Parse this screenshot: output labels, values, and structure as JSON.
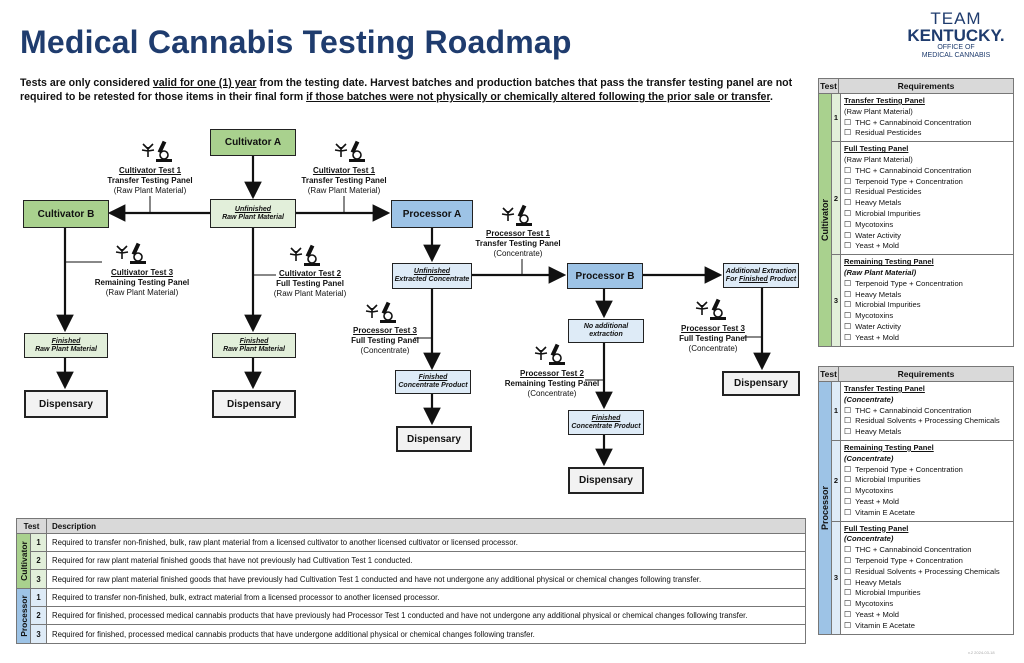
{
  "title": "Medical Cannabis Testing Roadmap",
  "intro": {
    "p1": "Tests are only considered ",
    "u1": "valid for one (1) year",
    "p2": " from the testing date. Harvest batches and production batches that pass the transfer testing panel are not required to be retested for those items in their final form ",
    "u2": "if those batches were not physically or chemically altered following the prior sale or transfer",
    "p3": "."
  },
  "logo": {
    "line1": "TEAM",
    "line2": "KENTUCKY.",
    "line3": "OFFICE OF",
    "line4": "MEDICAL CANNABIS"
  },
  "colors": {
    "title": "#1f3c6e",
    "cultivator_box": "#a9d18e",
    "processor_box": "#9dc3e6",
    "cultivator_light": "#e2efda",
    "processor_light": "#deebf7",
    "header_gray": "#d9d9d9"
  },
  "flow": {
    "cultivator_a": "Cultivator A",
    "cultivator_b": "Cultivator B",
    "processor_a": "Processor A",
    "processor_b": "Processor B",
    "unfinished_raw_1": "Unfinished",
    "unfinished_raw_2": "Raw Plant Material",
    "finished_raw_b_1": "Finished",
    "finished_raw_b_2": "Raw Plant Material",
    "finished_raw_c_1": "Finished",
    "finished_raw_c_2": "Raw Plant Material",
    "unfinished_extracted_1": "Unfinished",
    "unfinished_extracted_2": "Extracted Concentrate",
    "finished_conc_a_1": "Finished",
    "finished_conc_a_2": "Concentrate Product",
    "no_additional_1": "No additional",
    "no_additional_2": "extraction",
    "finished_conc_b_1": "Finished",
    "finished_conc_b_2": "Concentrate Product",
    "additional_extraction_1": "Additional Extraction",
    "additional_extraction_2a": "For ",
    "additional_extraction_2b": "Finished",
    "additional_extraction_2c": " Product",
    "dispensary": "Dispensary",
    "labels": {
      "ct1_left": {
        "t": "Cultivator Test 1",
        "p": "Transfer Testing Panel",
        "s": "(Raw Plant Material)"
      },
      "ct1_right": {
        "t": "Cultivator Test 1",
        "p": "Transfer Testing Panel",
        "s": "(Raw Plant Material)"
      },
      "ct3": {
        "t": "Cultivator Test 3",
        "p": "Remaining Testing Panel",
        "s": "(Raw Plant Material)"
      },
      "ct2": {
        "t": "Cultivator Test 2",
        "p": "Full Testing Panel",
        "s": "(Raw Plant Material)"
      },
      "pt1": {
        "t": "Processor Test 1",
        "p": "Transfer Testing Panel",
        "s": "(Concentrate)"
      },
      "pt3_left": {
        "t": "Processor Test 3",
        "p": "Full Testing Panel",
        "s": "(Concentrate)"
      },
      "pt2": {
        "t": "Processor Test 2",
        "p": "Remaining Testing Panel",
        "s": "(Concentrate)"
      },
      "pt3_right": {
        "t": "Processor Test 3",
        "p": "Full Testing Panel",
        "s": "(Concentrate)"
      }
    }
  },
  "cultivator_table": {
    "col_test": "Test",
    "col_req": "Requirements",
    "side": "Cultivator",
    "rows": [
      {
        "num": "1",
        "title": "Transfer Testing Panel",
        "sub": "(Raw Plant Material)",
        "items": [
          "THC + Cannabinoid Concentration",
          "Residual Pesticides"
        ]
      },
      {
        "num": "2",
        "title": "Full Testing Panel",
        "sub": "(Raw Plant Material)",
        "items": [
          "THC + Cannabinoid Concentration",
          "Terpenoid Type + Concentration",
          "Residual Pesticides",
          "Heavy Metals",
          "Microbial Impurities",
          "Mycotoxins",
          "Water Activity",
          "Yeast + Mold"
        ]
      },
      {
        "num": "3",
        "title": "Remaining Testing Panel",
        "sub": "(Raw Plant Material)",
        "items": [
          "Terpenoid Type + Concentration",
          "Heavy Metals",
          "Microbial Impurities",
          "Mycotoxins",
          "Water Activity",
          "Yeast + Mold"
        ]
      }
    ]
  },
  "processor_table": {
    "col_test": "Test",
    "col_req": "Requirements",
    "side": "Processor",
    "rows": [
      {
        "num": "1",
        "title": "Transfer Testing Panel",
        "sub": "(Concentrate)",
        "items": [
          "THC + Cannabinoid Concentration",
          "Residual Solvents + Processing Chemicals",
          "Heavy Metals"
        ]
      },
      {
        "num": "2",
        "title": "Remaining Testing Panel",
        "sub": "(Concentrate)",
        "items": [
          "Terpenoid Type + Concentration",
          "Microbial Impurities",
          "Mycotoxins",
          "Yeast + Mold",
          "Vitamin E Acetate"
        ]
      },
      {
        "num": "3",
        "title": "Full Testing Panel",
        "sub": "(Concentrate)",
        "items": [
          "THC + Cannabinoid Concentration",
          "Terpenoid Type + Concentration",
          "Residual Solvents + Processing Chemicals",
          "Heavy Metals",
          "Microbial Impurities",
          "Mycotoxins",
          "Yeast + Mold",
          "Vitamin E Acetate"
        ]
      }
    ]
  },
  "description_table": {
    "col_test": "Test",
    "col_desc": "Description",
    "groups": [
      {
        "side": "Cultivator",
        "rows": [
          {
            "num": "1",
            "text": "Required to transfer non-finished, bulk, raw plant material from a licensed cultivator to another licensed cultivator or licensed processor."
          },
          {
            "num": "2",
            "text": "Required for raw plant material finished goods that have not previously had Cultivation Test 1 conducted."
          },
          {
            "num": "3",
            "text": "Required for raw plant material finished goods that have previously had Cultivation Test 1 conducted and have not undergone any additional physical or chemical changes following transfer."
          }
        ]
      },
      {
        "side": "Processor",
        "rows": [
          {
            "num": "1",
            "text": "Required to transfer non-finished, bulk, extract material from a licensed processor to another licensed processor."
          },
          {
            "num": "2",
            "text": "Required for finished, processed medical cannabis products that have previously had Processor Test 1 conducted and have not undergone any additional physical or chemical changes following transfer."
          },
          {
            "num": "3",
            "text": "Required for finished, processed medical cannabis products that have undergone additional physical or chemical changes following transfer."
          }
        ]
      }
    ]
  },
  "footnote": "v.2 2024-03-18"
}
